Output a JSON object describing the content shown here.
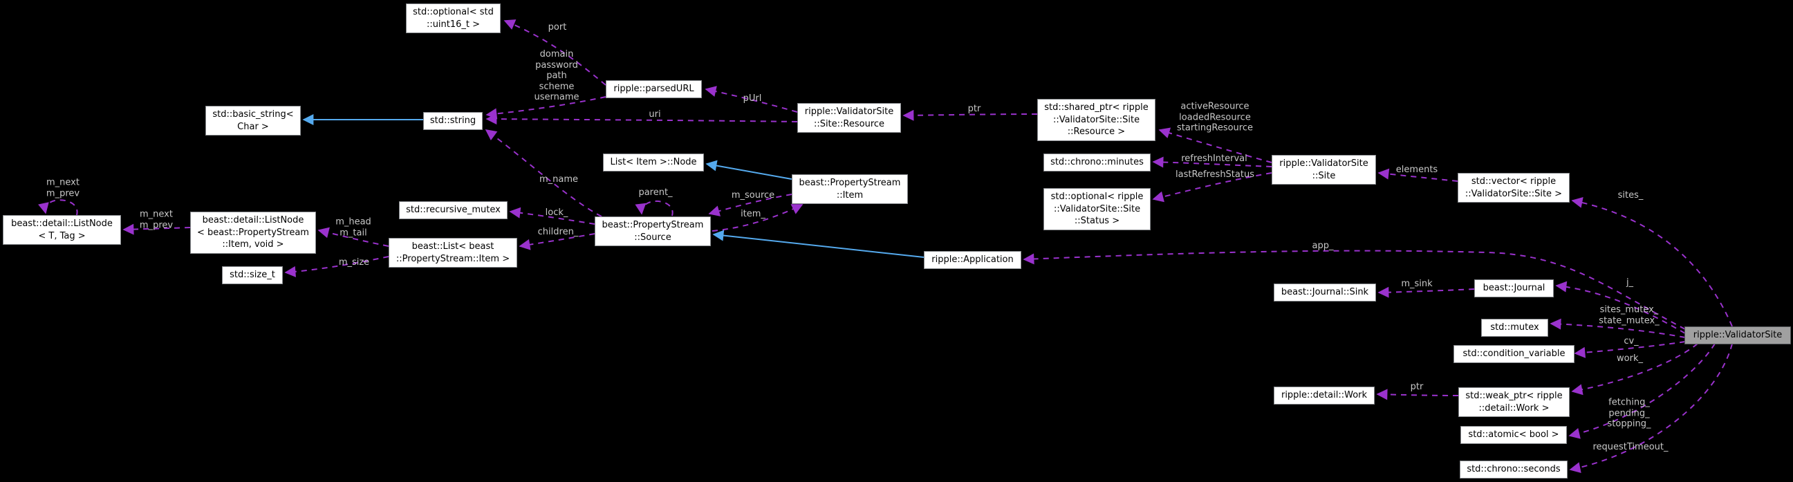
{
  "diagram": {
    "kind": "collaboration-graph",
    "current_class": "ripple::ValidatorSite"
  },
  "colors": {
    "background": "#000000",
    "node_fill": "#ffffff",
    "node_border": "#85888c",
    "node_text": "#000000",
    "highlight_fill": "#a0a0a0",
    "highlight_border": "#55575b",
    "edge_usage": "#9a32cd",
    "edge_inheritance": "#55aaee",
    "edge_label": "#c8c8c8"
  },
  "nodes": [
    {
      "id": "std-optional-uint16",
      "label": "std::optional< std\n::uint16_t >"
    },
    {
      "id": "ripple-parsedurl",
      "label": "ripple::parsedURL"
    },
    {
      "id": "std-basic-string",
      "label": "std::basic_string<\nChar >"
    },
    {
      "id": "std-string",
      "label": "std::string"
    },
    {
      "id": "site-resource",
      "label": "ripple::ValidatorSite\n::Site::Resource"
    },
    {
      "id": "shared-ptr-resource",
      "label": "std::shared_ptr< ripple\n::ValidatorSite::Site\n::Resource >"
    },
    {
      "id": "chrono-minutes",
      "label": "std::chrono::minutes"
    },
    {
      "id": "optional-status",
      "label": "std::optional< ripple\n::ValidatorSite::Site\n::Status >"
    },
    {
      "id": "validatorsite-site",
      "label": "ripple::ValidatorSite\n::Site"
    },
    {
      "id": "vector-site",
      "label": "std::vector< ripple\n::ValidatorSite::Site >"
    },
    {
      "id": "list-item-node",
      "label": "List< Item >::Node"
    },
    {
      "id": "propertystream-item",
      "label": "beast::PropertyStream\n::Item"
    },
    {
      "id": "listnode-t-tag",
      "label": "beast::detail::ListNode\n< T, Tag >"
    },
    {
      "id": "listnode-item-void",
      "label": "beast::detail::ListNode\n< beast::PropertyStream\n::Item, void >"
    },
    {
      "id": "recursive-mutex",
      "label": "std::recursive_mutex"
    },
    {
      "id": "beast-list-item",
      "label": "beast::List< beast\n::PropertyStream::Item >"
    },
    {
      "id": "size-t",
      "label": "std::size_t"
    },
    {
      "id": "propertystream-source",
      "label": "beast::PropertyStream\n::Source"
    },
    {
      "id": "ripple-application",
      "label": "ripple::Application"
    },
    {
      "id": "journal-sink",
      "label": "beast::Journal::Sink"
    },
    {
      "id": "beast-journal",
      "label": "beast::Journal"
    },
    {
      "id": "std-mutex",
      "label": "std::mutex"
    },
    {
      "id": "ripple-validatorsite",
      "label": "ripple::ValidatorSite"
    },
    {
      "id": "condition-variable",
      "label": "std::condition_variable"
    },
    {
      "id": "weak-ptr-work",
      "label": "std::weak_ptr< ripple\n::detail::Work >"
    },
    {
      "id": "ripple-detail-work",
      "label": "ripple::detail::Work"
    },
    {
      "id": "atomic-bool",
      "label": "std::atomic< bool >"
    },
    {
      "id": "chrono-seconds",
      "label": "std::chrono::seconds"
    }
  ],
  "labels": [
    {
      "id": "port",
      "text": "port"
    },
    {
      "id": "url-fields",
      "text": "domain\npassword\npath\nscheme\nusername"
    },
    {
      "id": "purl",
      "text": "pUrl"
    },
    {
      "id": "uri",
      "text": "uri"
    },
    {
      "id": "ptr-resource",
      "text": "ptr"
    },
    {
      "id": "site-resources",
      "text": "activeResource\nloadedResource\nstartingResource"
    },
    {
      "id": "refresh-interval",
      "text": "refreshInterval"
    },
    {
      "id": "last-refresh-status",
      "text": "lastRefreshStatus"
    },
    {
      "id": "elements",
      "text": "elements"
    },
    {
      "id": "sites",
      "text": "sites_"
    },
    {
      "id": "m-name",
      "text": "m_name"
    },
    {
      "id": "parent",
      "text": "parent_"
    },
    {
      "id": "m-source",
      "text": "m_source"
    },
    {
      "id": "item",
      "text": "item_"
    },
    {
      "id": "m-next-prev-self",
      "text": "m_next\nm_prev"
    },
    {
      "id": "m-next-prev",
      "text": "m_next\nm_prev"
    },
    {
      "id": "m-head-tail",
      "text": "m_head\nm_tail"
    },
    {
      "id": "m-size",
      "text": "m_size"
    },
    {
      "id": "lock",
      "text": "lock_"
    },
    {
      "id": "children",
      "text": "children_"
    },
    {
      "id": "app",
      "text": "app_"
    },
    {
      "id": "m-sink",
      "text": "m_sink"
    },
    {
      "id": "j",
      "text": "j_"
    },
    {
      "id": "mutexes",
      "text": "sites_mutex_\nstate_mutex_"
    },
    {
      "id": "cv",
      "text": "cv_"
    },
    {
      "id": "work",
      "text": "work_"
    },
    {
      "id": "flags",
      "text": "fetching_\npending_\nstopping_"
    },
    {
      "id": "request-timeout",
      "text": "requestTimeout_"
    },
    {
      "id": "ptr-work",
      "text": "ptr"
    }
  ]
}
